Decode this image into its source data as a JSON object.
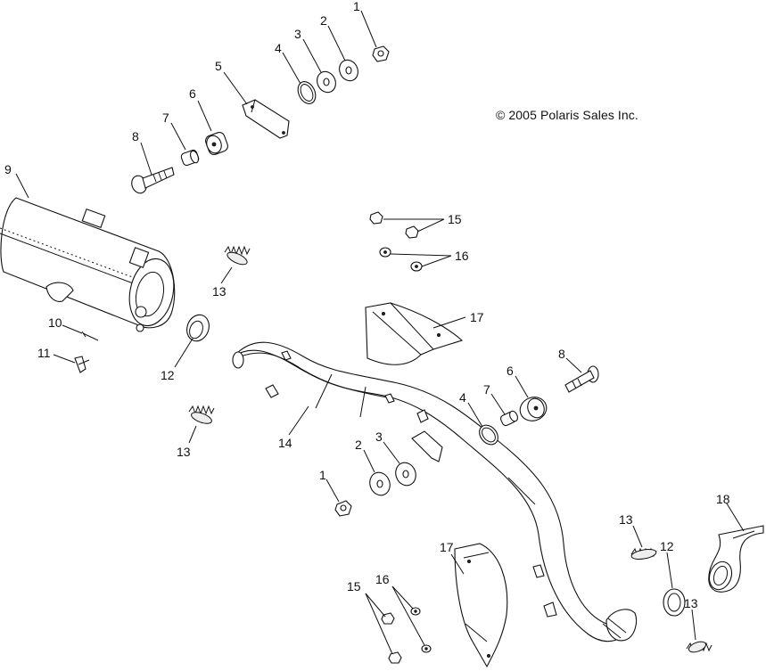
{
  "copyright": "© 2005 Polaris Sales Inc.",
  "callouts": {
    "c1_top": "1",
    "c2_top": "2",
    "c3_top": "3",
    "c4_top": "4",
    "c5": "5",
    "c6_top": "6",
    "c7_top": "7",
    "c8_top": "8",
    "c9": "9",
    "c10": "10",
    "c11": "11",
    "c12_left": "12",
    "c12_right": "12",
    "c13_a": "13",
    "c13_b": "13",
    "c13_c": "13",
    "c13_d": "13",
    "c14": "14",
    "c15_top": "15",
    "c15_bot": "15",
    "c16_top": "16",
    "c16_bot": "16",
    "c17_top": "17",
    "c17_bot": "17",
    "c18": "18",
    "c1_mid": "1",
    "c2_mid": "2",
    "c3_mid": "3",
    "c4_mid": "4",
    "c6_mid": "6",
    "c7_mid": "7",
    "c8_mid": "8"
  }
}
